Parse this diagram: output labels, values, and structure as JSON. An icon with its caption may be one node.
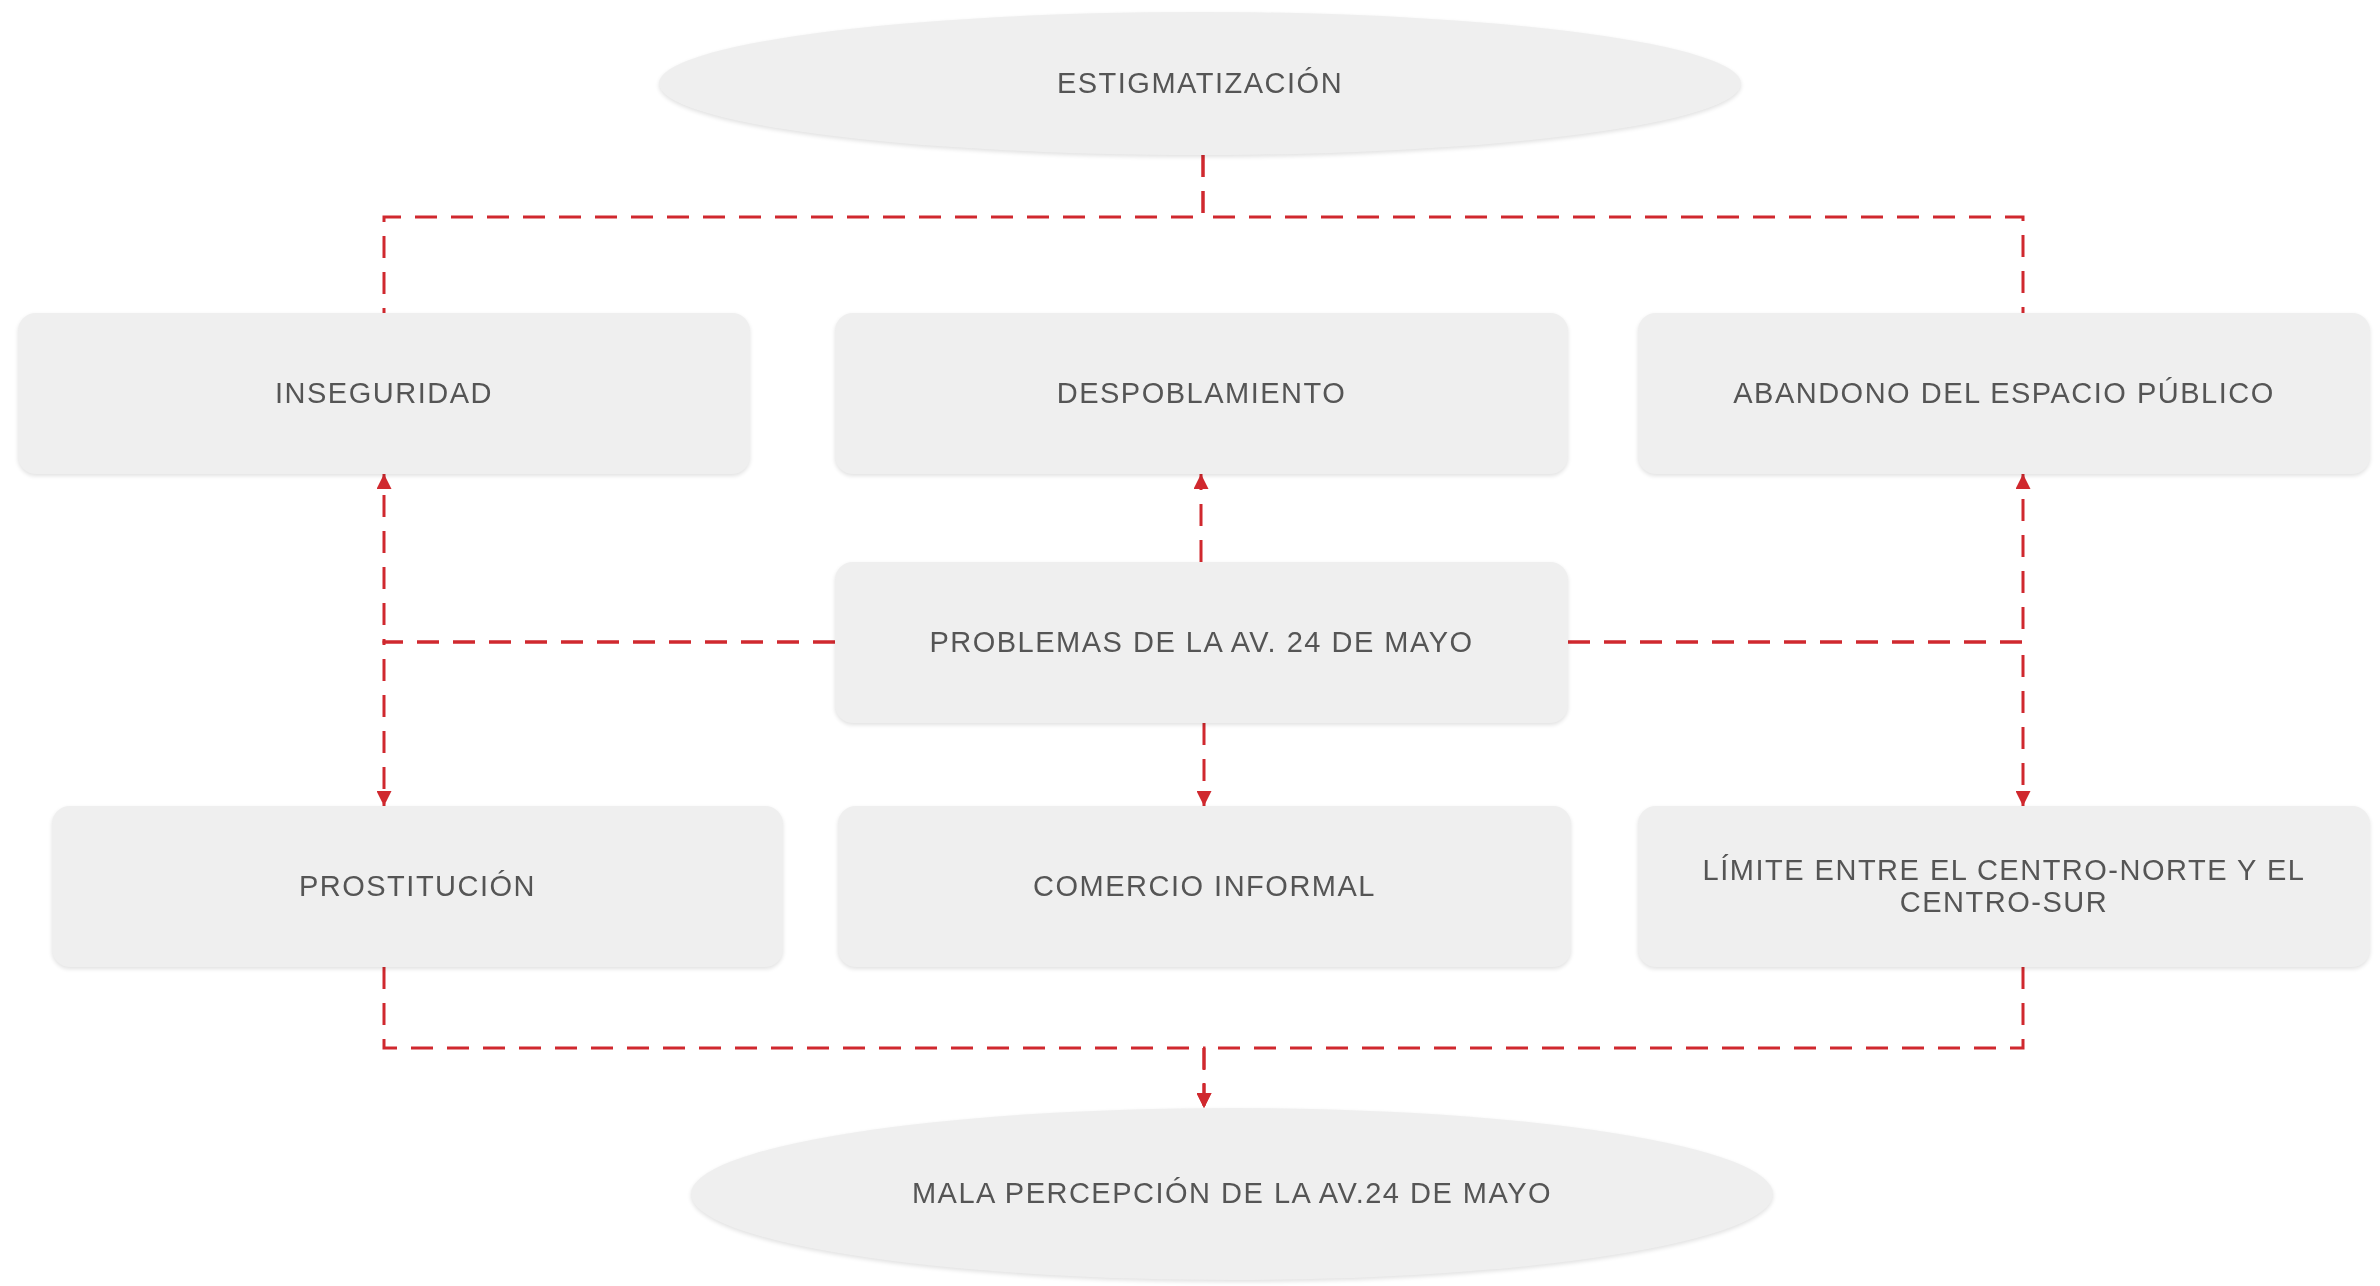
{
  "diagram": {
    "nodes": [
      {
        "text": [
          "ESTIGMATIZACIÓN"
        ]
      },
      {
        "text": [
          "INSEGURIDAD"
        ]
      },
      {
        "text": [
          "DESPOBLAMIENTO"
        ]
      },
      {
        "text": [
          "ABANDONO DEL ESPACIO PÚBLICO"
        ]
      },
      {
        "text": [
          "PROBLEMAS DE LA AV. 24 DE MAYO"
        ]
      },
      {
        "text": [
          "PROSTITUCIÓN"
        ]
      },
      {
        "text": [
          "COMERCIO INFORMAL"
        ]
      },
      {
        "text": [
          "LÍMITE ENTRE EL CENTRO-NORTE Y EL CENTRO-SUR"
        ]
      },
      {
        "text": [
          "MALA PERCEPCIÓN DE LA AV.24 DE MAYO"
        ]
      }
    ],
    "edges": [
      {
        "from": 0,
        "to": 1,
        "arrow": "none",
        "style": "dashed"
      },
      {
        "from": 0,
        "to": 3,
        "arrow": "none",
        "style": "dashed"
      },
      {
        "from": 4,
        "to": 2,
        "arrow": "to",
        "style": "dashed"
      },
      {
        "from": 4,
        "to": 6,
        "arrow": "to",
        "style": "dashed"
      },
      {
        "from": 4,
        "to": 1,
        "arrow": "to",
        "style": "dashed"
      },
      {
        "from": 4,
        "to": 5,
        "arrow": "to",
        "style": "dashed"
      },
      {
        "from": 4,
        "to": 3,
        "arrow": "to",
        "style": "dashed"
      },
      {
        "from": 4,
        "to": 7,
        "arrow": "to",
        "style": "dashed"
      },
      {
        "from": 5,
        "to": 8,
        "arrow": "to",
        "style": "dashed"
      },
      {
        "from": 7,
        "to": 8,
        "arrow": "to",
        "style": "dashed"
      }
    ]
  }
}
